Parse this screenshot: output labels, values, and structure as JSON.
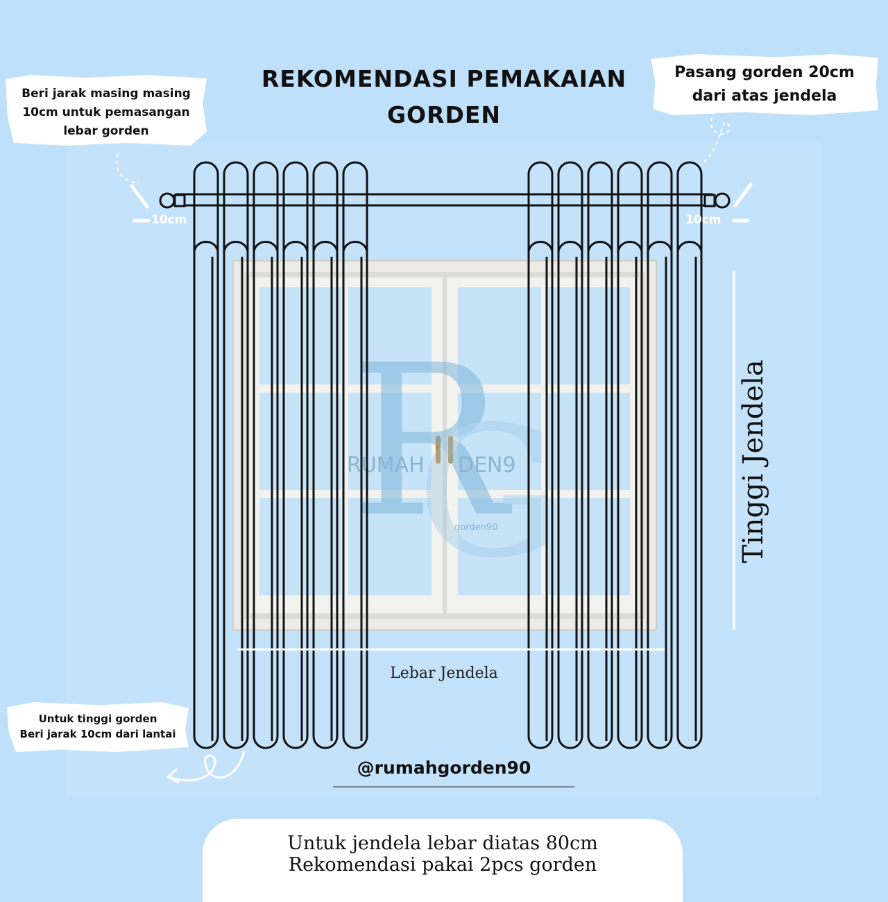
{
  "title": {
    "line1": "REKOMENDASI PEMAKAIAN",
    "line2": "GORDEN"
  },
  "notes": {
    "top_left": [
      "Beri jarak masing masing",
      "10cm untuk pemasangan",
      "lebar gorden"
    ],
    "top_right": [
      "Pasang gorden 20cm",
      "dari atas jendela"
    ],
    "bottom_left": [
      "Untuk tinggi gorden",
      "Beri jarak 10cm dari lantai"
    ]
  },
  "measurements": {
    "left_gap": "10cm",
    "right_gap": "10cm",
    "width_label": "Lebar Jendela",
    "height_label": "Tinggi Jendela"
  },
  "watermark": {
    "left": "RUMAH",
    "right": "DEN9",
    "small": "gorden90"
  },
  "handle": "@rumahgorden90",
  "bottom": {
    "line1": "Untuk jendela lebar diatas 80cm",
    "line2": "Rekomendasi pakai 2pcs gorden"
  },
  "colors": {
    "background": "#bfe0fa",
    "curtain_line": "#111111",
    "window_frame": "#e9e9e6",
    "glass": "#c6e3f8",
    "handle": "#b58a34"
  }
}
